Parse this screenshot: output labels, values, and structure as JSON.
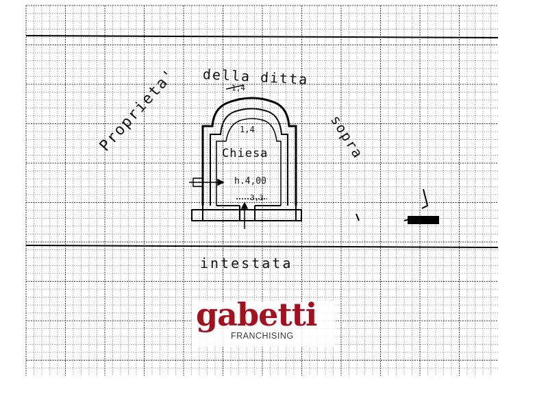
{
  "plan": {
    "label_proprieta": "Proprieta'",
    "label_della_ditta": "della ditta",
    "label_sopra": "sopra",
    "label_intestata": "intestata",
    "room_name": "Chiesa",
    "room_height": "h.4,00",
    "dim_top": "1,4",
    "dim_bottom": "3,3",
    "dim_arch": "1,4",
    "line_color": "#000000",
    "grid_color": "#2b2b2b"
  },
  "logo": {
    "wordmark": "gabetti",
    "subtitle": "FRANCHISING",
    "brand_color": "#a4111e"
  }
}
